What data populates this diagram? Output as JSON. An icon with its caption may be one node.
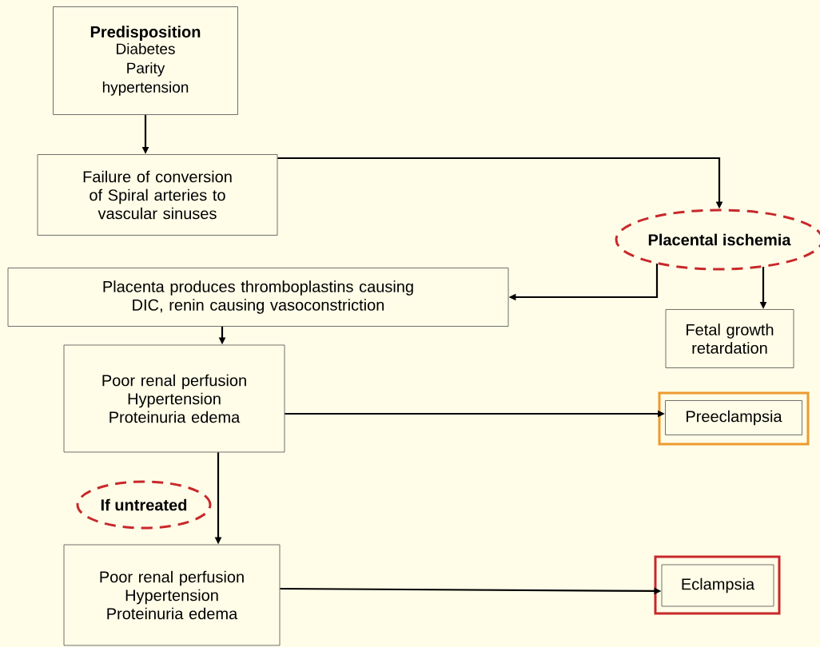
{
  "diagram": {
    "nodes": [
      {
        "text": [
          "Predisposition",
          "Diabetes Parity hypertension"
        ]
      },
      {
        "text": [
          "Failure of conversion of Spiral arteries to vascular sinuses"
        ]
      },
      {
        "text": [
          "Placental ischemia"
        ]
      },
      {
        "text": [
          "Placenta produces thromboplastins causing DIC, renin causing vasoconstriction"
        ]
      },
      {
        "text": [
          "Fetal growth retardation"
        ]
      },
      {
        "text": [
          "Poor renal perfusion Hypertension Proteinuria edema"
        ]
      },
      {
        "text": [
          "Preeclampsia"
        ]
      },
      {
        "text": [
          "If untreated"
        ]
      },
      {
        "text": [
          "Poor renal perfusion Hypertension Proteinuria edema"
        ]
      },
      {
        "text": [
          "Eclampsia"
        ]
      }
    ],
    "edges": [
      {
        "from": 0,
        "to": 1,
        "arrow": "to"
      },
      {
        "from": 1,
        "to": 2,
        "arrow": "to"
      },
      {
        "from": 2,
        "to": 3,
        "arrow": "to"
      },
      {
        "from": 2,
        "to": 4,
        "arrow": "to"
      },
      {
        "from": 3,
        "to": 5,
        "arrow": "to"
      },
      {
        "from": 5,
        "to": 6,
        "arrow": "to"
      },
      {
        "from": 5,
        "to": 8,
        "arrow": "to"
      },
      {
        "from": 8,
        "to": 9,
        "arrow": "to"
      }
    ]
  }
}
